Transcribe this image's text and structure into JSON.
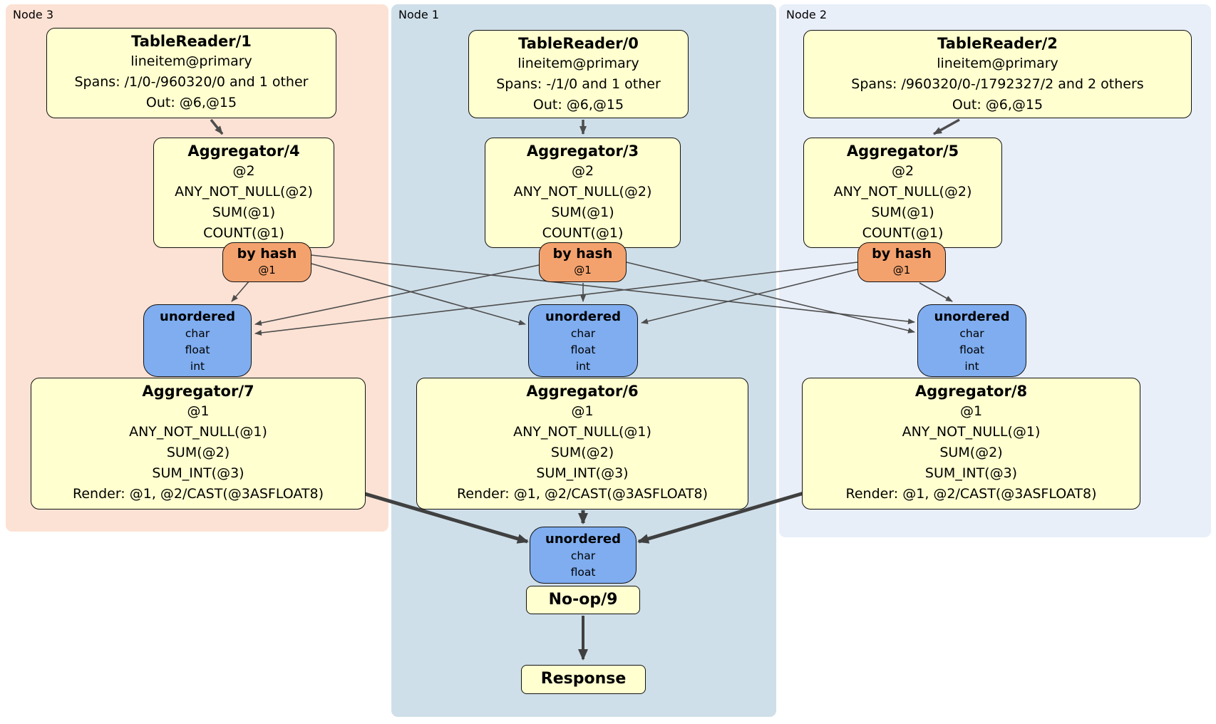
{
  "diagram": {
    "nodes": [
      {
        "label": "Node 3",
        "table_reader": {
          "title": "TableReader/1",
          "lines": [
            "lineitem@primary",
            "Spans: /1/0-/960320/0 and 1 other",
            "Out: @6,@15"
          ]
        },
        "aggregator_top": {
          "title": "Aggregator/4",
          "lines": [
            "@2",
            "ANY_NOT_NULL(@2)",
            "SUM(@1)",
            "COUNT(@1)"
          ]
        },
        "hash_router": {
          "title": "by hash",
          "subtitle": "@1"
        },
        "sync": {
          "title": "unordered",
          "lines": [
            "char",
            "float",
            "int"
          ]
        },
        "aggregator_bottom": {
          "title": "Aggregator/7",
          "lines": [
            "@1",
            "ANY_NOT_NULL(@1)",
            "SUM(@2)",
            "SUM_INT(@3)",
            "Render: @1, @2/CAST(@3ASFLOAT8)"
          ]
        }
      },
      {
        "label": "Node 1",
        "table_reader": {
          "title": "TableReader/0",
          "lines": [
            "lineitem@primary",
            "Spans: -/1/0 and 1 other",
            "Out: @6,@15"
          ]
        },
        "aggregator_top": {
          "title": "Aggregator/3",
          "lines": [
            "@2",
            "ANY_NOT_NULL(@2)",
            "SUM(@1)",
            "COUNT(@1)"
          ]
        },
        "hash_router": {
          "title": "by hash",
          "subtitle": "@1"
        },
        "sync": {
          "title": "unordered",
          "lines": [
            "char",
            "float",
            "int"
          ]
        },
        "aggregator_bottom": {
          "title": "Aggregator/6",
          "lines": [
            "@1",
            "ANY_NOT_NULL(@1)",
            "SUM(@2)",
            "SUM_INT(@3)",
            "Render: @1, @2/CAST(@3ASFLOAT8)"
          ]
        }
      },
      {
        "label": "Node 2",
        "table_reader": {
          "title": "TableReader/2",
          "lines": [
            "lineitem@primary",
            "Spans: /960320/0-/1792327/2 and 2 others",
            "Out: @6,@15"
          ]
        },
        "aggregator_top": {
          "title": "Aggregator/5",
          "lines": [
            "@2",
            "ANY_NOT_NULL(@2)",
            "SUM(@1)",
            "COUNT(@1)"
          ]
        },
        "hash_router": {
          "title": "by hash",
          "subtitle": "@1"
        },
        "sync": {
          "title": "unordered",
          "lines": [
            "char",
            "float",
            "int"
          ]
        },
        "aggregator_bottom": {
          "title": "Aggregator/8",
          "lines": [
            "@1",
            "ANY_NOT_NULL(@1)",
            "SUM(@2)",
            "SUM_INT(@3)",
            "Render: @1, @2/CAST(@3ASFLOAT8)"
          ]
        }
      }
    ],
    "final_stage": {
      "sync": {
        "title": "unordered",
        "lines": [
          "char",
          "float"
        ]
      },
      "noop": {
        "title": "No-op/9"
      },
      "response": {
        "title": "Response"
      }
    },
    "colors": {
      "node3_bg": "#fce2d4",
      "node1_bg": "#cfdfe9",
      "node2_bg": "#e9eff9",
      "processor_bg": "#ffffd0",
      "router_bg": "#f3a26e",
      "sync_bg": "#7fadf0",
      "edge": "#4d4d4d",
      "edge_thick": "#404040"
    }
  }
}
